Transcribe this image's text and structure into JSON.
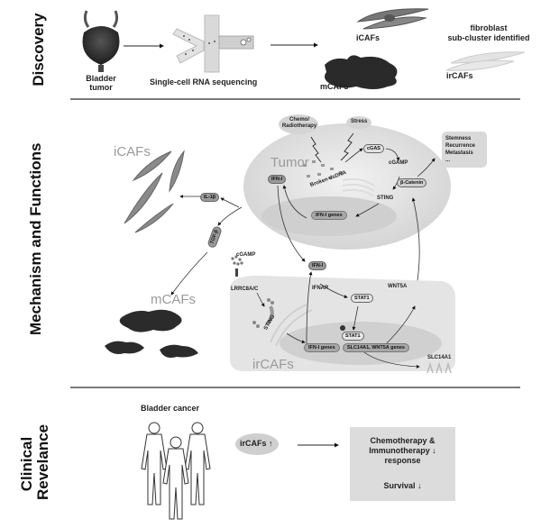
{
  "sections": {
    "discovery": "Discovery",
    "mechanism": "Mechanism and Functions",
    "clinical_line1": "Clinical",
    "clinical_line2": "Revelance"
  },
  "discovery": {
    "bladder_tumor_line1": "Bladder",
    "bladder_tumor_line2": "tumor",
    "scrna": "Single-cell RNA sequencing",
    "icafs": "iCAFs",
    "mcafs": "mCAFs",
    "ircafs": "irCAFs",
    "identified_line1": "fibroblast",
    "identified_line2": "sub-cluster identified"
  },
  "mechanism": {
    "chemo_line1": "Chemo/",
    "chemo_line2": "Radiotherapy",
    "stress": "Stress",
    "tumor": "Tumor",
    "broken_dsdna": "Broken dsDNA",
    "cgas": "cGAS",
    "cgamp": "cGAMP",
    "sting": "STING",
    "ifnb_tumor": "IFN-I",
    "ifn_genes_tumor": "IFN-I genes",
    "beta_catenin": "β-Catenin",
    "outcomes": [
      "Stemness",
      "Recurrence",
      "Metastasis",
      "..."
    ],
    "icafs": "iCAFs",
    "il1b": "IL-1β",
    "tgfb": "TGF-β",
    "mcafs": "mCAFs",
    "cgamp_extra": "cGAMP",
    "lrrc8": "LRRC8A/C",
    "sting_ir": "STING",
    "ifnb_ir": "IFN-I",
    "ifnar": "IFNAR",
    "stat1_cyto": "STAT1",
    "stat1_nuc": "STAT1",
    "wnt5a": "WNT5A",
    "ifn_genes_ir": "IFN-I genes",
    "slc_wnt_genes": "SLC14A1, WNT5A genes",
    "slc14a1": "SLC14A1",
    "ircafs": "irCAFs"
  },
  "clinical": {
    "bladder_cancer": "Bladder cancer",
    "ircafs_up": "irCAFs",
    "up_arrow": "↑",
    "response_line1": "Chemotherapy &",
    "response_line2": "Immunotherapy",
    "response_line3": "response",
    "down_arrow": "↓",
    "survival": "Survival"
  }
}
